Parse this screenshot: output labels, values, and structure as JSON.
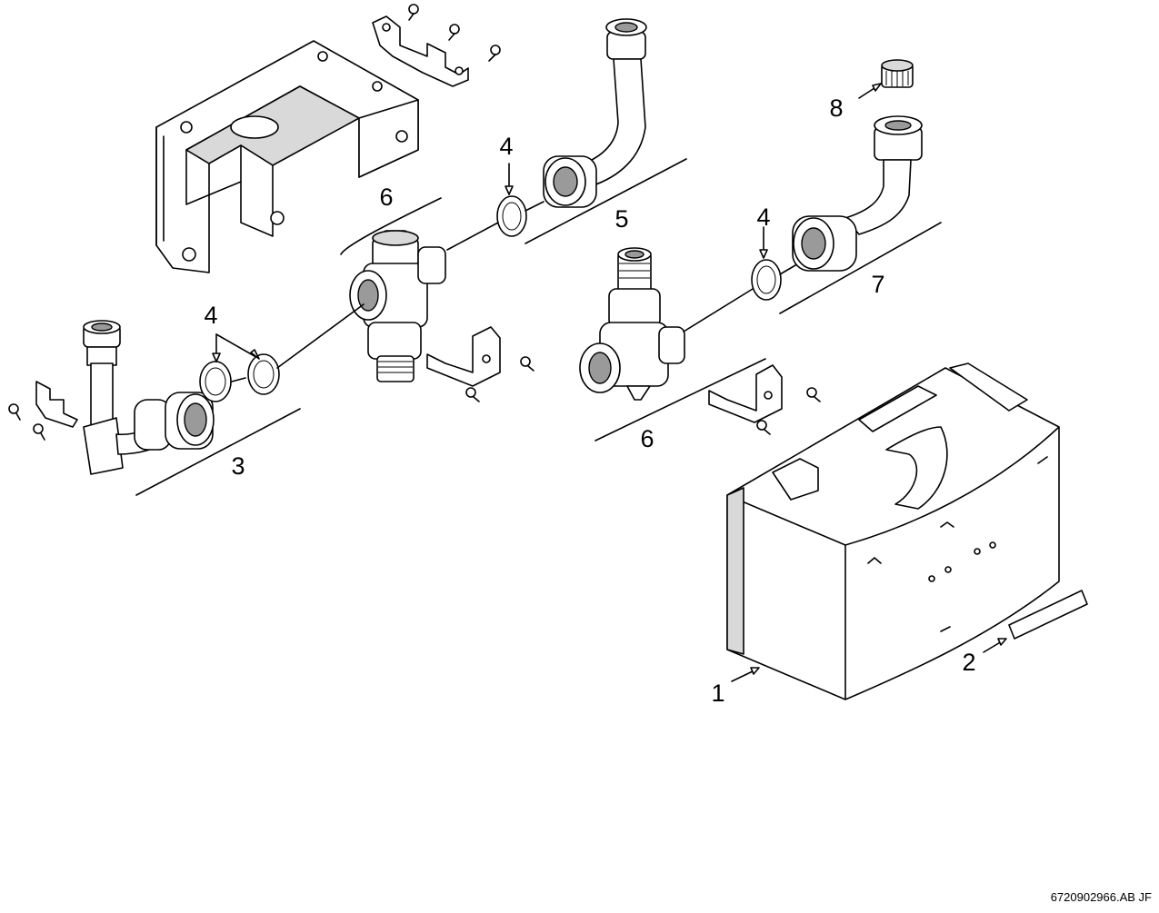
{
  "figure": {
    "document_ref": "6720902966.AB JF",
    "callouts": {
      "c1": "1",
      "c2": "2",
      "c3": "3",
      "c4a": "4",
      "c4b": "4",
      "c4c": "4",
      "c5": "5",
      "c6a": "6",
      "c6b": "6",
      "c7": "7",
      "c8": "8"
    }
  }
}
